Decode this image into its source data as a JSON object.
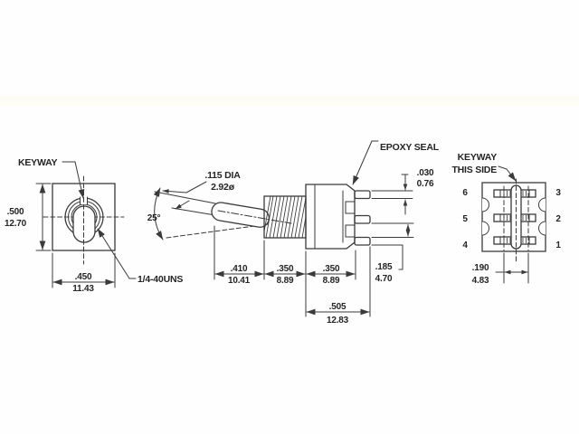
{
  "page": {
    "description": "Miniature toggle switch dimensional drawing, three views",
    "background": "#fefefe",
    "line_color": "#3a3a3a",
    "text_color": "#242424"
  },
  "front_view": {
    "keyway_label": "KEYWAY",
    "thread_spec": "1/4-40UNS",
    "dims": {
      "height": {
        "in": ".500",
        "mm": "12.70"
      },
      "width": {
        "in": ".450",
        "mm": "11.43"
      }
    }
  },
  "side_view": {
    "epoxy_seal_label": "EPOXY SEAL",
    "actuator_diameter_line1": ".115 DIA",
    "actuator_diameter_line2": "2.92ø",
    "throw_angle": "25°",
    "dims": {
      "actuator_length": {
        "in": ".410",
        "mm": "10.41"
      },
      "bushing_length": {
        "in": ".350",
        "mm": "8.89"
      },
      "body_front_section": {
        "in": ".350",
        "mm": "8.89"
      },
      "body_total_depth": {
        "in": ".505",
        "mm": "12.83"
      },
      "terminal_thickness": {
        "in": ".030",
        "mm": "0.76"
      },
      "terminal_row_pitch": {
        "in": ".185",
        "mm": "4.70"
      }
    }
  },
  "rear_view": {
    "keyway_note_line1": "KEYWAY",
    "keyway_note_line2": "THIS SIDE",
    "terminal_numbers_left": [
      "6",
      "5",
      "4"
    ],
    "terminal_numbers_right": [
      "3",
      "2",
      "1"
    ],
    "dims": {
      "terminal_col_spacing": {
        "in": ".190",
        "mm": "4.83"
      }
    }
  }
}
